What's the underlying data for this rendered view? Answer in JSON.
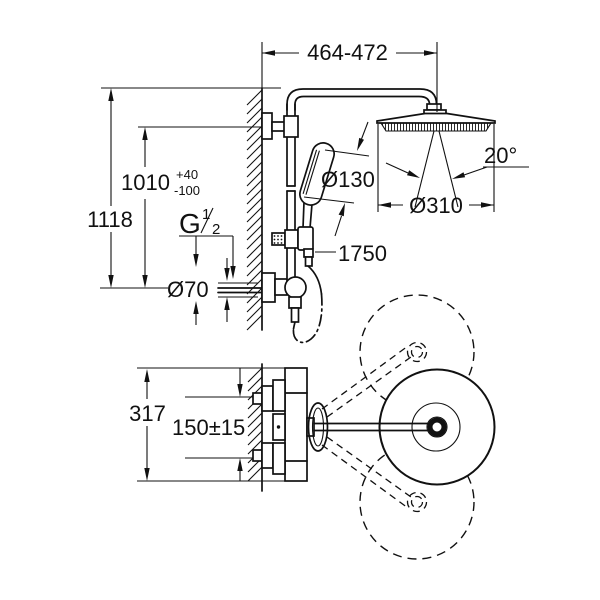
{
  "drawing": {
    "kind": "technical installation drawing",
    "subject": "wall-mounted shower system with thermostat, head shower and hand shower",
    "background": "#ffffff",
    "ink": "#111111",
    "views": [
      "side elevation with mounting heights",
      "top view with swivel range of shower arm"
    ]
  },
  "labels": {
    "arm_projection": "464-472",
    "total_height": "1118",
    "riser_height": "1010",
    "riser_tol_plus": "+40",
    "riser_tol_minus": "-100",
    "thread_letter": "G",
    "thread_numerator": "1",
    "thread_denominator": "2",
    "supply_escutcheon_diameter": "Ø70",
    "hand_shower_diameter": "Ø130",
    "hose_length": "1750",
    "head_shower_diameter": "Ø310",
    "spray_angle": "20°",
    "body_length": "317",
    "connection_distance": "150±15"
  }
}
